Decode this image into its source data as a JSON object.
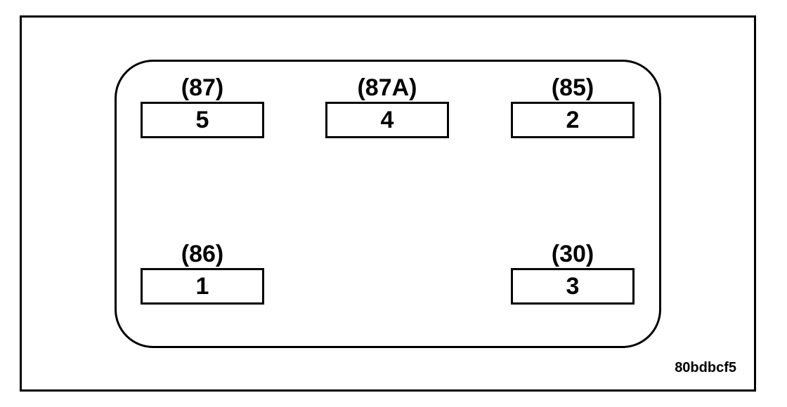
{
  "diagram": {
    "terminals": [
      {
        "code": "(87)",
        "pin": "5"
      },
      {
        "code": "(87A)",
        "pin": "4"
      },
      {
        "code": "(85)",
        "pin": "2"
      },
      {
        "code": "(86)",
        "pin": "1"
      },
      {
        "code": "(30)",
        "pin": "3"
      }
    ],
    "figure_id": "80bdbcf5"
  }
}
